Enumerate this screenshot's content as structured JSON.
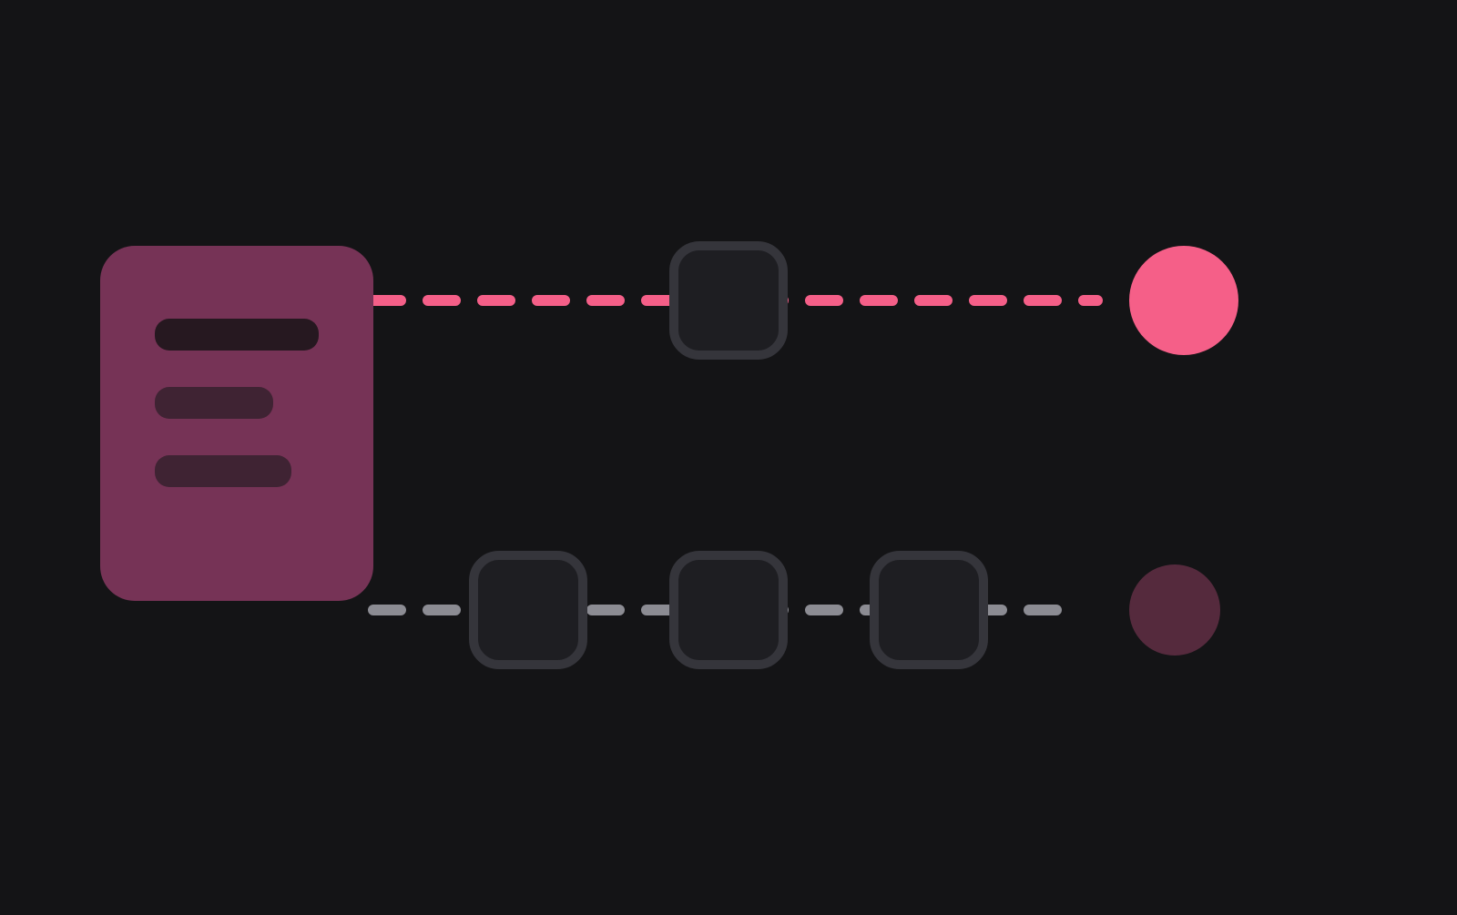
{
  "colors": {
    "background": "#141416",
    "document_card": "#763356",
    "document_line_dark": "#261820",
    "document_line_muted": "#3F2333",
    "active_path": "#F55F88",
    "inactive_path": "#8C8C93",
    "node_fill": "#1E1E22",
    "node_border": "#35353B",
    "active_endpoint": "#F55F88",
    "inactive_endpoint": "#552A3D"
  },
  "diagram": {
    "source": {
      "icon": "document-icon",
      "text_lines": 3
    },
    "paths": [
      {
        "name": "active-path",
        "state": "active",
        "nodes": 1,
        "endpoint": "active"
      },
      {
        "name": "inactive-path",
        "state": "inactive",
        "nodes": 3,
        "endpoint": "inactive"
      }
    ]
  }
}
